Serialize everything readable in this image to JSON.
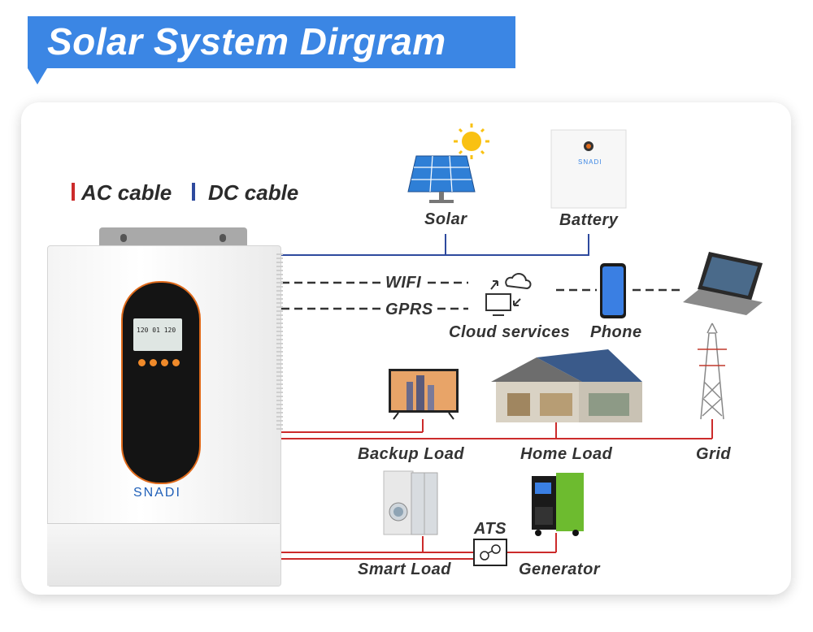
{
  "header": {
    "title": "Solar System Dirgram"
  },
  "legend": {
    "ac": "AC cable",
    "dc": "DC cable",
    "ac_color": "#cc2b2b",
    "dc_color": "#2e4a9e"
  },
  "inverter": {
    "brand": "SNADI",
    "lcd_text": "120 01 120"
  },
  "components": {
    "solar": "Solar",
    "battery": "Battery",
    "battery_brand": "SNADI",
    "wifi": "WIFI",
    "gprs": "GPRS",
    "cloud": "Cloud services",
    "phone": "Phone",
    "backup_load": "Backup Load",
    "home_load": "Home Load",
    "grid": "Grid",
    "ats": "ATS",
    "smart_load": "Smart Load",
    "generator": "Generator"
  }
}
